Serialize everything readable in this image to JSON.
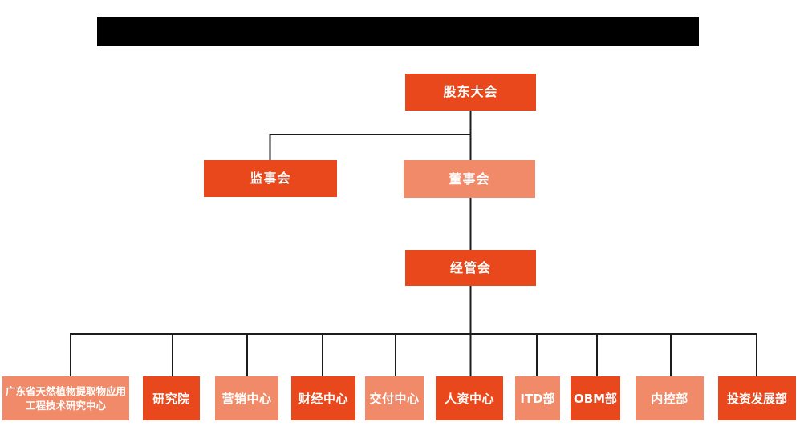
{
  "colors": {
    "primary": "#e8481c",
    "secondary": "#f08a68",
    "line": "#1c1c1c",
    "title_bar": "#000000",
    "background": "#ffffff",
    "node_text": "#ffffff"
  },
  "org_chart": {
    "level1": {
      "label": "股东大会",
      "variant": "primary"
    },
    "level2": [
      {
        "label": "监事会",
        "variant": "primary"
      },
      {
        "label": "董事会",
        "variant": "secondary"
      }
    ],
    "level3": {
      "label": "经管会",
      "variant": "primary"
    },
    "departments": [
      {
        "label": "广东省天然植物提取物应用工程技术研究中心",
        "variant": "secondary"
      },
      {
        "label": "研究院",
        "variant": "primary"
      },
      {
        "label": "营销中心",
        "variant": "secondary"
      },
      {
        "label": "财经中心",
        "variant": "primary"
      },
      {
        "label": "交付中心",
        "variant": "secondary"
      },
      {
        "label": "人资中心",
        "variant": "primary"
      },
      {
        "label": "ITD部",
        "variant": "secondary"
      },
      {
        "label": "OBM部",
        "variant": "primary"
      },
      {
        "label": "内控部",
        "variant": "secondary"
      },
      {
        "label": "投资发展部",
        "variant": "primary"
      }
    ]
  }
}
